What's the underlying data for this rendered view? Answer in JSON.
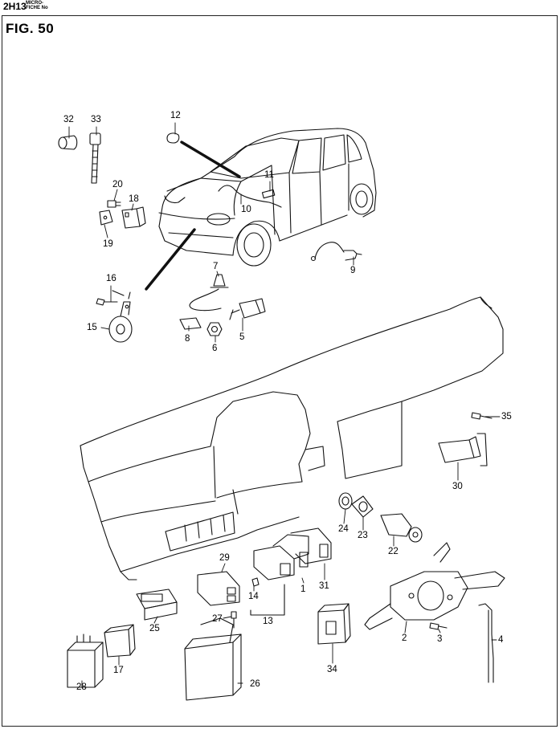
{
  "header": {
    "code": "2H13",
    "micro_line1": "MICRO-",
    "micro_line2": "FICHE No"
  },
  "figure": {
    "title": "FIG.  50"
  },
  "callouts": [
    {
      "id": "c32",
      "label": "32"
    },
    {
      "id": "c33",
      "label": "33"
    },
    {
      "id": "c12",
      "label": "12"
    },
    {
      "id": "c11",
      "label": "11"
    },
    {
      "id": "c10",
      "label": "10"
    },
    {
      "id": "c20",
      "label": "20"
    },
    {
      "id": "c18",
      "label": "18"
    },
    {
      "id": "c19",
      "label": "19"
    },
    {
      "id": "c9",
      "label": "9"
    },
    {
      "id": "c7",
      "label": "7"
    },
    {
      "id": "c16",
      "label": "16"
    },
    {
      "id": "c15",
      "label": "15"
    },
    {
      "id": "c8",
      "label": "8"
    },
    {
      "id": "c6",
      "label": "6"
    },
    {
      "id": "c5",
      "label": "5"
    },
    {
      "id": "c35",
      "label": "35"
    },
    {
      "id": "c30",
      "label": "30"
    },
    {
      "id": "c24",
      "label": "24"
    },
    {
      "id": "c23",
      "label": "23"
    },
    {
      "id": "c22",
      "label": "22"
    },
    {
      "id": "c29",
      "label": "29"
    },
    {
      "id": "c14",
      "label": "14"
    },
    {
      "id": "c1",
      "label": "1"
    },
    {
      "id": "c31",
      "label": "31"
    },
    {
      "id": "c13",
      "label": "13"
    },
    {
      "id": "c25",
      "label": "25"
    },
    {
      "id": "c27",
      "label": "27"
    },
    {
      "id": "c28",
      "label": "28"
    },
    {
      "id": "c17",
      "label": "17"
    },
    {
      "id": "c26",
      "label": "26"
    },
    {
      "id": "c34",
      "label": "34"
    },
    {
      "id": "c2",
      "label": "2"
    },
    {
      "id": "c3",
      "label": "3"
    },
    {
      "id": "c4",
      "label": "4"
    }
  ]
}
